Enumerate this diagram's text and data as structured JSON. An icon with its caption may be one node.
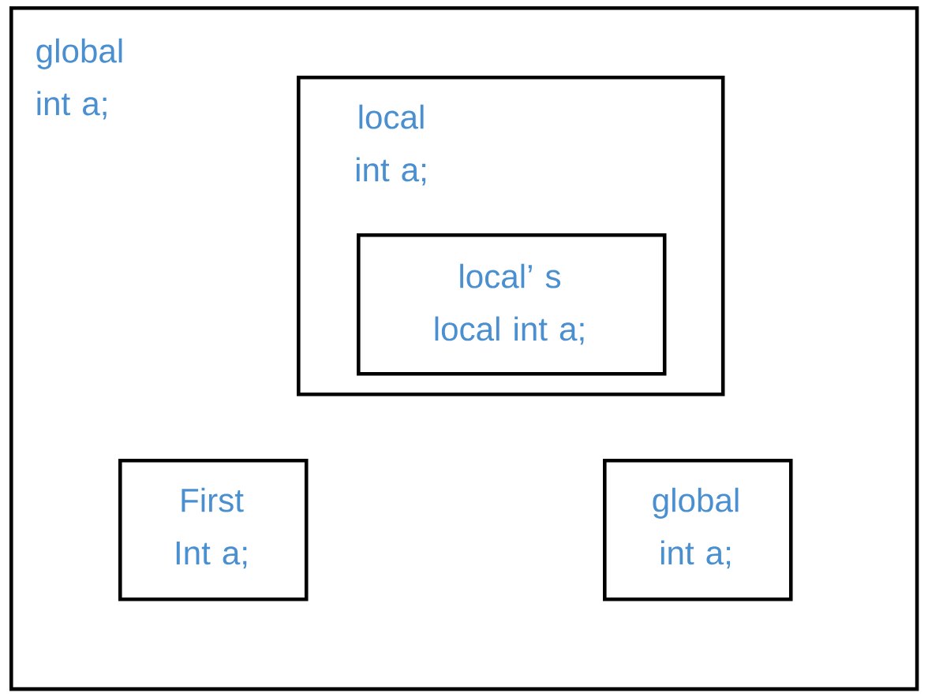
{
  "diagram": {
    "nodes": [
      {
        "text": [
          "global int a;"
        ]
      },
      {
        "text": [
          "local int a;"
        ],
        "in": 0
      },
      {
        "text": [
          "local’ s local int a;"
        ],
        "in": 1
      },
      {
        "text": [
          "First Int a;"
        ],
        "in": 0
      },
      {
        "text": [
          "global int a;"
        ],
        "in": 0
      }
    ]
  }
}
